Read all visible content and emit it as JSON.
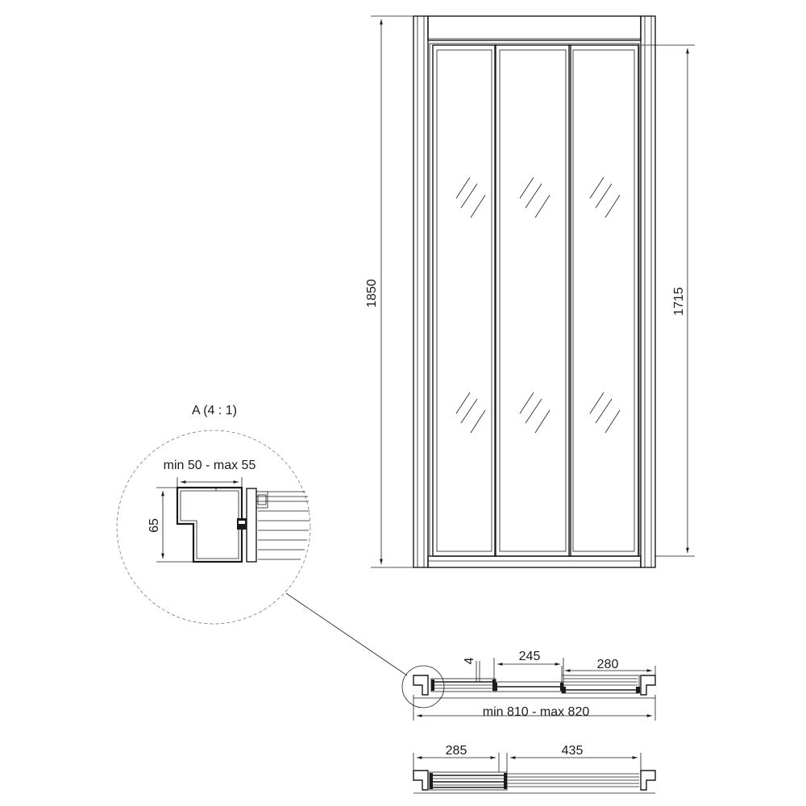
{
  "front_view": {
    "overall_height": "1850",
    "door_height": "1715"
  },
  "detail": {
    "title": "A (4 : 1)",
    "width_range": "min 50 - max 55",
    "profile_height": "65"
  },
  "plan_closed": {
    "gap": "4",
    "panel_step": "245",
    "panel_step_2": "280",
    "opening_range": "min 810 - max 820"
  },
  "plan_open": {
    "stacked_width": "285",
    "clear_passage": "435"
  }
}
